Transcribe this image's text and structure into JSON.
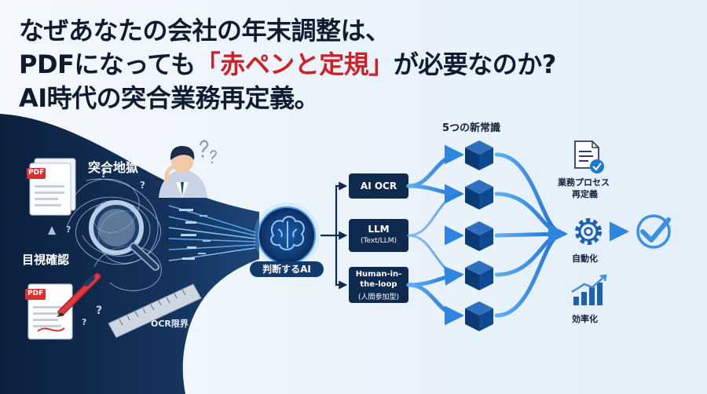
{
  "title": {
    "line1": "なぜあなたの会社の年末調整は、",
    "line2_before": "PDFになっても",
    "line2_accent": "「赤ペンと定規」",
    "line2_after": "が必要なのか?",
    "line3": "AI時代の突合業務再定義。"
  },
  "left_panel": {
    "reconciliation_hell": "突合地獄",
    "visual_check": "目視確認",
    "ocr_limit": "OCR限界",
    "pdf_tag_top": "PDF",
    "pdf_tag_bottom": "PDF"
  },
  "hub": {
    "label": "判断するAI"
  },
  "branches": [
    {
      "label": "AI OCR"
    },
    {
      "label": "LLM",
      "sublabel": "(Text/LLM)"
    },
    {
      "label": "Human-in-",
      "label2": "the-loop",
      "sublabel": "(人間参加型)"
    }
  ],
  "cubes_heading": "5つの新常識",
  "outcomes": {
    "process_line1": "業務プロセス",
    "process_line2": "再定義",
    "automation": "自動化",
    "efficiency": "効率化"
  },
  "colors": {
    "navy": "#0f2a4f",
    "title": "#0f1c30",
    "accent_red": "#cf2027",
    "flow_blue": "#2f8fe6",
    "cube_dark": "#0b3a74"
  }
}
